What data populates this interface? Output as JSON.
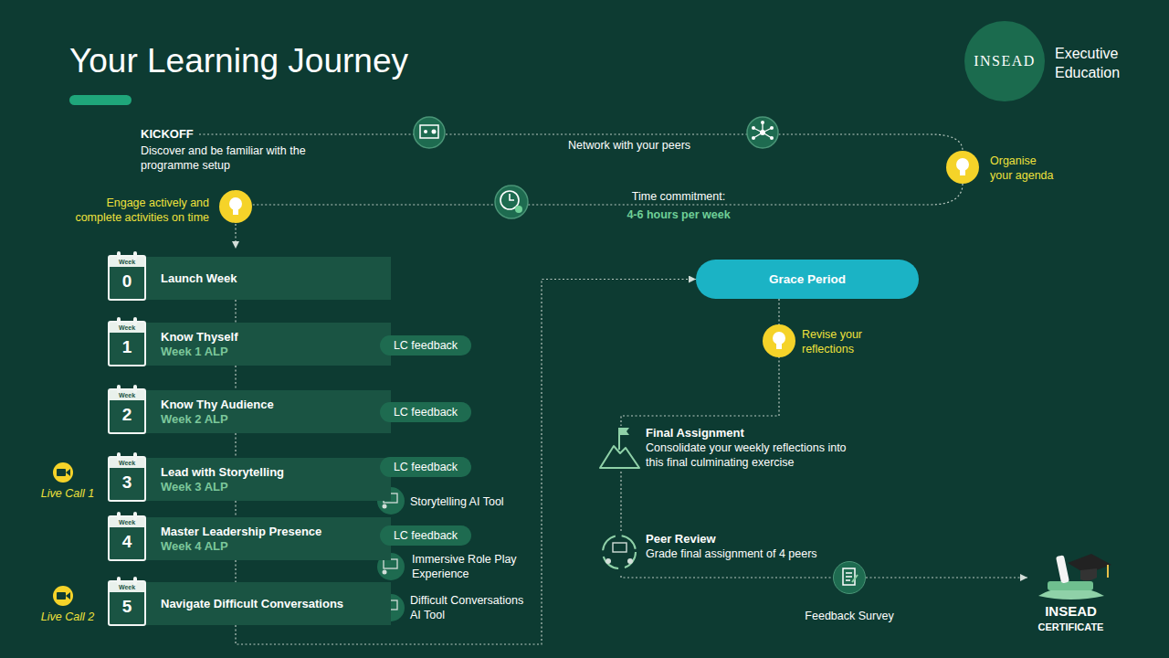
{
  "diagram": {
    "title": "Your Learning Journey",
    "nodes": [
      {
        "text": [
          "INSEAD"
        ]
      },
      {
        "text": [
          "Launch Week"
        ]
      },
      {
        "text": [
          "Week",
          "0"
        ],
        "in": 1
      },
      {
        "text": [
          "Know Thyself",
          "Week 1 ALP"
        ]
      },
      {
        "text": [
          "Week",
          "1"
        ],
        "in": 3
      },
      {
        "text": [
          "LC feedback"
        ]
      },
      {
        "text": [
          "Know Thy Audience",
          "Week 2 ALP"
        ]
      },
      {
        "text": [
          "Week",
          "2"
        ],
        "in": 6
      },
      {
        "text": [
          "LC feedback"
        ]
      },
      {
        "text": [
          "Lead with Storytelling",
          "Week 3 ALP"
        ]
      },
      {
        "text": [
          "Week",
          "3"
        ],
        "in": 9
      },
      {
        "text": [
          "LC feedback"
        ]
      },
      {
        "text": [
          "Master Leadership Presence",
          "Week 4 ALP"
        ]
      },
      {
        "text": [
          "Week",
          "4"
        ],
        "in": 12
      },
      {
        "text": [
          "LC feedback"
        ]
      },
      {
        "text": [
          "Navigate Difficult Conversations"
        ]
      },
      {
        "text": [
          "Week",
          "5"
        ],
        "in": 15
      },
      {
        "text": [
          "Grace Period"
        ]
      },
      {
        "text": [
          "Final Assignment",
          "Consolidate your weekly reflections into this final culminating exercise"
        ]
      },
      {
        "text": [
          "Peer Review",
          "Grade final assignment of 4 peers"
        ]
      },
      {
        "text": [
          "Feedback Survey"
        ]
      },
      {
        "text": [
          "INSEAD",
          "CERTIFICATE"
        ]
      }
    ],
    "edges": [
      {
        "from": 1,
        "to": 3,
        "arrow": "none"
      },
      {
        "from": 3,
        "to": 6,
        "arrow": "none"
      },
      {
        "from": 6,
        "to": 9,
        "arrow": "none"
      },
      {
        "from": 9,
        "to": 12,
        "arrow": "none"
      },
      {
        "from": 12,
        "to": 15,
        "arrow": "none"
      },
      {
        "from": 15,
        "to": 17,
        "arrow": "to"
      },
      {
        "from": 17,
        "to": 18,
        "arrow": "none"
      },
      {
        "from": 18,
        "to": 19,
        "arrow": "none"
      },
      {
        "from": 19,
        "to": 20,
        "arrow": "none"
      },
      {
        "from": 20,
        "to": 21,
        "arrow": "to"
      }
    ],
    "labels": [
      "Executive Education",
      "KICKOFF",
      "Discover and be familiar with the programme setup",
      "Network with your peers",
      "Organise your agenda",
      "Engage actively and complete activities on time",
      "Time commitment:",
      "4-6 hours per week",
      "Live Call 1",
      "Live Call 2",
      "Storytelling AI Tool",
      "Immersive Role Play Experience",
      "Difficult Conversations AI Tool",
      "Revise your reflections"
    ]
  }
}
